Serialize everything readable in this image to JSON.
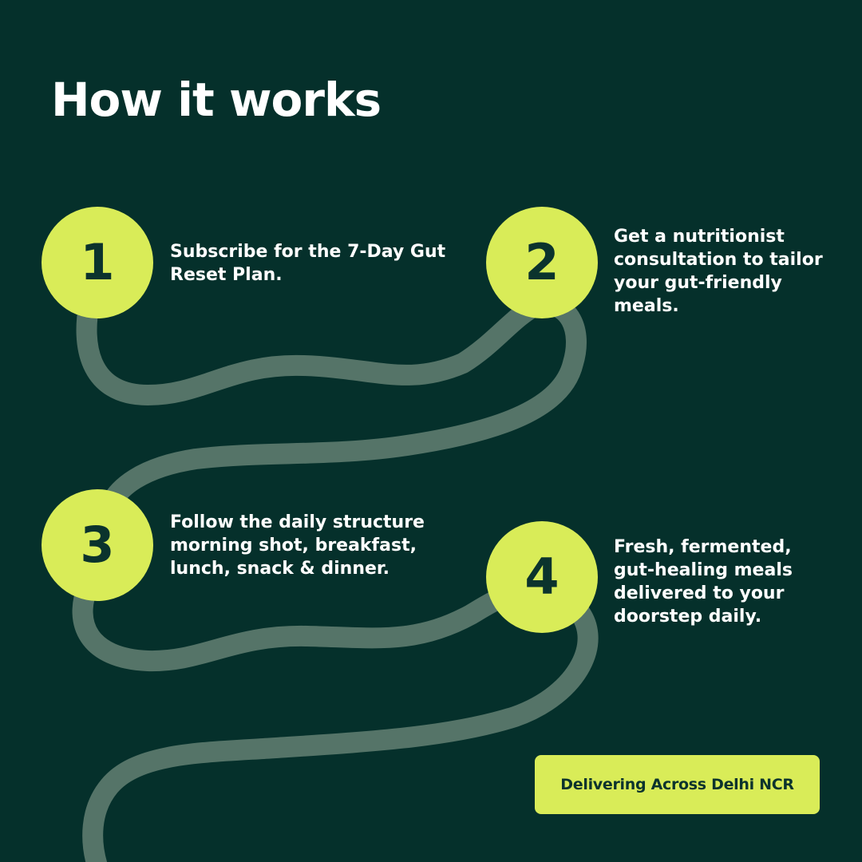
{
  "title": "How it works",
  "steps": [
    {
      "number": "1",
      "text": "Subscribe for the 7-Day Gut\nReset Plan."
    },
    {
      "number": "2",
      "text": "Get a nutritionist\nconsultation to tailor\n your gut-friendly\nmeals."
    },
    {
      "number": "3",
      "text": "Follow the daily structure\nmorning shot, breakfast,\nlunch, snack & dinner."
    },
    {
      "number": "4",
      "text": "Fresh, fermented,\ngut-healing meals\ndelivered to your\ndoorstep daily."
    }
  ],
  "badge": {
    "label": "Delivering Across Delhi NCR"
  },
  "colors": {
    "background": "#05302b",
    "accent": "#d9ec58",
    "path": "#557468",
    "text": "#ffffff",
    "dark_text": "#0b332d"
  }
}
